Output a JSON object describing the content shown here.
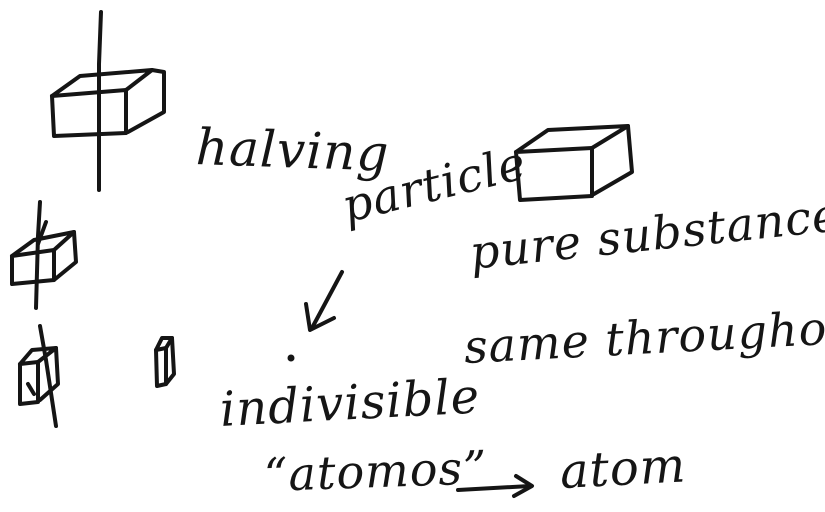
{
  "labels": {
    "halving": "halving",
    "particle": "particle",
    "pure_substance": "pure substance",
    "same_throughout": "same throughout",
    "indivisible": "indivisible",
    "atomos": "“atomos”",
    "atom": "atom"
  },
  "ink_color": "#151515"
}
